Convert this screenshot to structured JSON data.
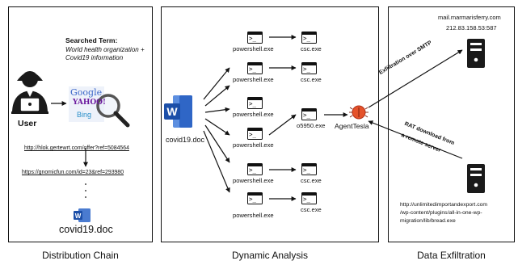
{
  "distribution": {
    "caption": "Distribution Chain",
    "user_label": "User",
    "searched_term_title": "Searched Term:",
    "searched_term_lines": [
      "World health organization +",
      "Covid19 information"
    ],
    "search_logos": [
      "Google",
      "YAHOO!",
      "Bing"
    ],
    "url1": "http://hlok.gertewrt.com/offer?ref=5084564",
    "url2": "https://gnomicfun.com/id=23&ref=293980",
    "doc_label": "covid19.doc"
  },
  "analysis": {
    "caption": "Dynamic Analysis",
    "doc_label": "covid19.doc",
    "rows": [
      {
        "left": "powershell.exe",
        "right": "csc.exe"
      },
      {
        "left": "powershell.exe",
        "right": "csc.exe"
      },
      {
        "left": "powershell.exe",
        "right": "o5950.exe"
      },
      {
        "left": "powershell.exe",
        "right": "csc.exe"
      },
      {
        "left": "powershell.exe",
        "right": "csc.exe"
      }
    ],
    "extra_powershell": "powershell.exe",
    "malware_label": "AgentTesla",
    "prompt_glyph": ">_"
  },
  "exfil": {
    "caption": "Data Exfiltration",
    "server_top_host": "mail.marmarisferry.com",
    "server_top_ip": "212.83.158.53:587",
    "smtp_label": "Exfiltration over SMTP",
    "rat_label_1": "RAT download from",
    "rat_label_2": "a remote server",
    "bottom_url_lines": [
      "http://unlimitedimportandexport.com",
      "/wp-content/plugins/all-in-one-wp-",
      "migration/lib/bread.exe"
    ]
  }
}
